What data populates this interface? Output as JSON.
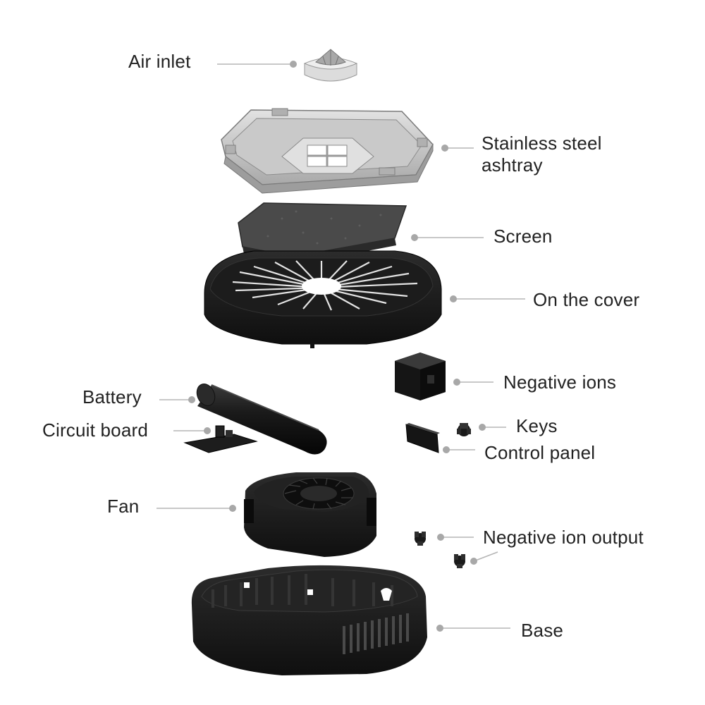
{
  "labels": {
    "air_inlet": "Air inlet",
    "ashtray_line1": "Stainless steel",
    "ashtray_line2": "ashtray",
    "screen": "Screen",
    "cover": "On the cover",
    "negative_ions": "Negative ions",
    "battery": "Battery",
    "circuit_board": "Circuit board",
    "keys": "Keys",
    "control_panel": "Control panel",
    "fan": "Fan",
    "negative_ion_output": "Negative ion output",
    "base": "Base"
  },
  "colors": {
    "text": "#222222",
    "leader_line": "#b5b5b5",
    "leader_dot": "#a8a8a8",
    "steel_light": "#d9d9d9",
    "steel_mid": "#b3b3b3",
    "steel_dark": "#8a8a8a",
    "part_black": "#161616",
    "part_dark": "#262626",
    "filter_gray": "#4a4a4a"
  }
}
